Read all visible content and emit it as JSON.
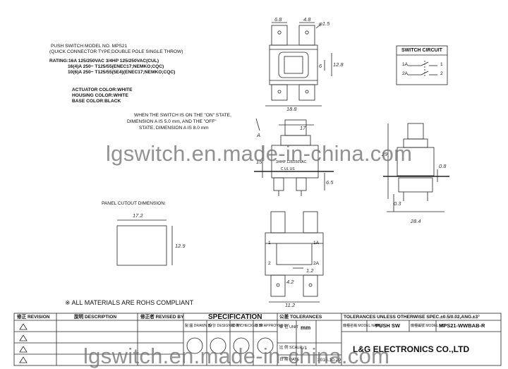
{
  "spec_text": {
    "model_line": "PUSH SWITCH MODEL NO. MPS21",
    "type_line": "(QUICK CONNECTOR TYPE;DOUBLE POLE SINGLE THROW)",
    "rating_1": "RATING:16A 125/250VAC 3/4HP 125/250VAC(CUL)",
    "rating_2": "16(4)A 250~ T125/55(ENEC17;NEMKO;CQC)",
    "rating_3": "10(6)A 250~ T125/55(5E4)(ENEC17;NEMKO;CQC)",
    "actuator_color": "ACTUATOR COLOR:WHITE",
    "housing_color": "HOUSING COLOR:WHITE",
    "base_color": "BASE COLOR:BLACK"
  },
  "note_text": {
    "line_1": "WHEN THE SWITCH IS ON THE \"ON\" STATE,",
    "line_2": "DIMENSION A IS 5.0 mm, AND THE \"OFF\"",
    "line_3": "STATE, DIMENSION A IS 8.0 mm"
  },
  "switch_circuit": {
    "title": "SWITCH CIRCUIT",
    "t1a": "1A",
    "t1": "1",
    "t2a": "2A",
    "t2": "2"
  },
  "panel_cutout": {
    "title": "PANEL CUTOUT DIMENSION:",
    "width": "17.2",
    "height": "12.9"
  },
  "rohs": "※ ALL MATERIALS ARE ROHS COMPLIANT",
  "dimensions": {
    "d68": "6.8",
    "d48": "4.8",
    "dphi": "φ1.5",
    "d6": "6",
    "d128": "12.8",
    "d188": "18.8",
    "d17": "17",
    "dA": "A",
    "d15": "15",
    "d65": "6.5",
    "d29": "29",
    "d08": "0.8",
    "d03": "0.3",
    "d284": "28.4",
    "d112": "11.2",
    "d12": "1.2",
    "d42": "4.2"
  },
  "part_labels": {
    "p1": "1",
    "p1a": "1A",
    "p2": "2",
    "p2a": "2A",
    "body_rating": "3/4HP 125/250VAC",
    "body_mark": "C UL US"
  },
  "title_block": {
    "rev_label": "修正 REVISION",
    "desc_label": "說明 DESCRIPTION",
    "by_label": "修正者 REVISED BY",
    "spec": "SPECIFICATION",
    "tol_label": "公差 TOLERANCES",
    "tol_text": "TOLERANCES UNLESS OTHERWISE SPEC.±0.5/0.02,ANG.±3°",
    "drawn": "製 圖 DRAWN BY",
    "designed": "設 計 DESIGNED BY",
    "checked": "檢 對 CHECKED BY",
    "approved": "核 准 APPROVED BY",
    "unit_label": "單 位 UNIT",
    "unit": "mm",
    "scale_label": "比 例 SCALE",
    "scale": "1/1",
    "date_label": "日 期 DATE",
    "date": "2016.10.29",
    "model_name_label": "機種名稱 MODEL NAME",
    "model_name": "PUSH SW",
    "model_no_label": "機種編號 MODEL NO.",
    "model_no": "MPS21-WWBAB-R",
    "company": "L&G ELECTRONICS CO.,LTD"
  },
  "watermark": "lgswitch.en.made-in-china.com"
}
